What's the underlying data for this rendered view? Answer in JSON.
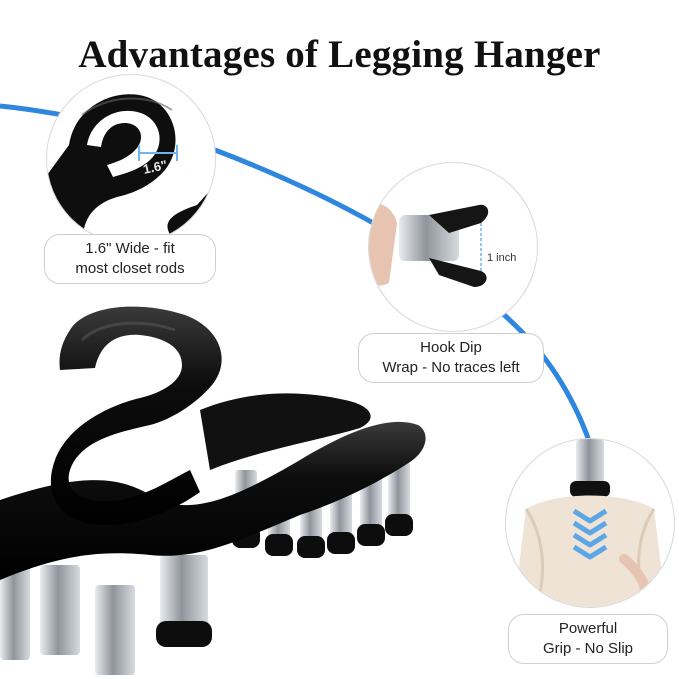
{
  "title": "Advantages of Legging Hanger",
  "features": [
    {
      "line1": "1.6\" Wide - fit",
      "line2": "most closet rods",
      "measure": "1.6\""
    },
    {
      "line1": "Hook Dip",
      "line2": "Wrap - No traces left",
      "measure": "1 inch"
    },
    {
      "line1": "Powerful",
      "line2": "Grip - No Slip"
    }
  ],
  "colors": {
    "accent_arc": "#2f86de",
    "hanger": "#0d0d0d",
    "clip_metal": "#b8bcc2",
    "fabric": "#efe3d6",
    "arrow": "#5aa6e6"
  }
}
